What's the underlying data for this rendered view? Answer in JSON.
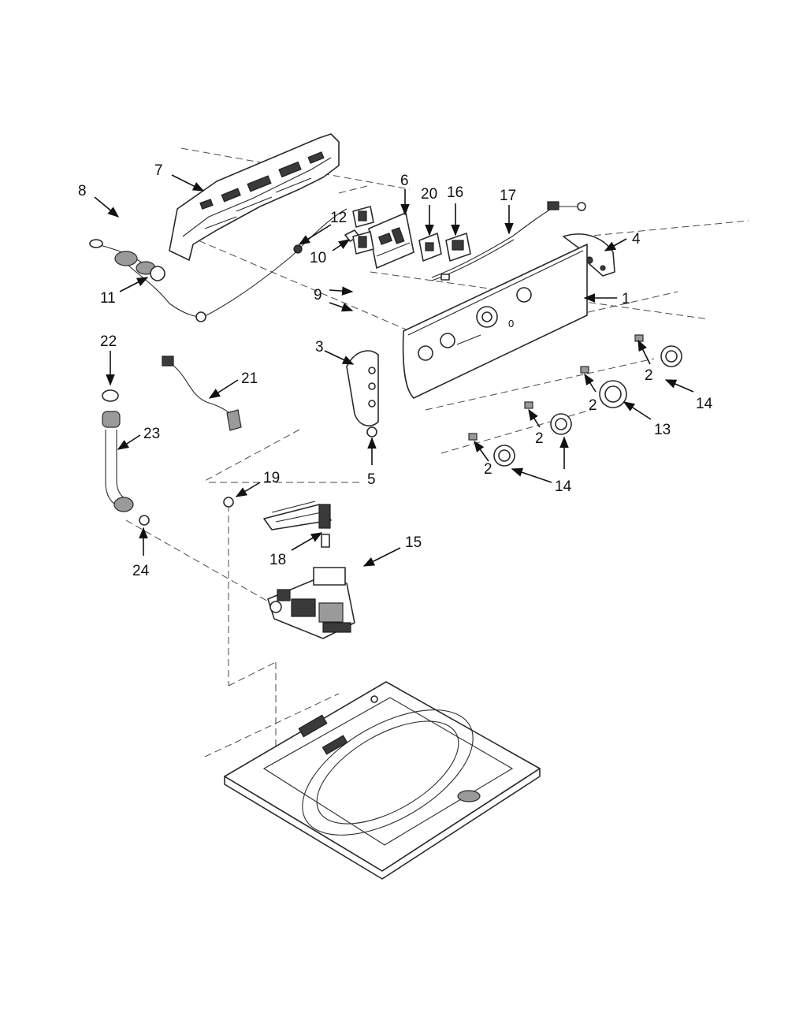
{
  "callouts": [
    {
      "id": "1",
      "label": "1"
    },
    {
      "id": "2a",
      "label": "2"
    },
    {
      "id": "2b",
      "label": "2"
    },
    {
      "id": "2c",
      "label": "2"
    },
    {
      "id": "2d",
      "label": "2"
    },
    {
      "id": "3",
      "label": "3"
    },
    {
      "id": "4",
      "label": "4"
    },
    {
      "id": "5",
      "label": "5"
    },
    {
      "id": "6",
      "label": "6"
    },
    {
      "id": "7",
      "label": "7"
    },
    {
      "id": "8",
      "label": "8"
    },
    {
      "id": "9",
      "label": "9"
    },
    {
      "id": "10",
      "label": "10"
    },
    {
      "id": "11",
      "label": "11"
    },
    {
      "id": "12",
      "label": "12"
    },
    {
      "id": "13",
      "label": "13"
    },
    {
      "id": "14a",
      "label": "14"
    },
    {
      "id": "14b",
      "label": "14"
    },
    {
      "id": "15",
      "label": "15"
    },
    {
      "id": "16",
      "label": "16"
    },
    {
      "id": "17",
      "label": "17"
    },
    {
      "id": "18",
      "label": "18"
    },
    {
      "id": "19",
      "label": "19"
    },
    {
      "id": "20",
      "label": "20"
    },
    {
      "id": "21",
      "label": "21"
    },
    {
      "id": "22",
      "label": "22"
    },
    {
      "id": "23",
      "label": "23"
    },
    {
      "id": "24",
      "label": "24"
    }
  ],
  "panel": {
    "knob_mark": "0"
  }
}
